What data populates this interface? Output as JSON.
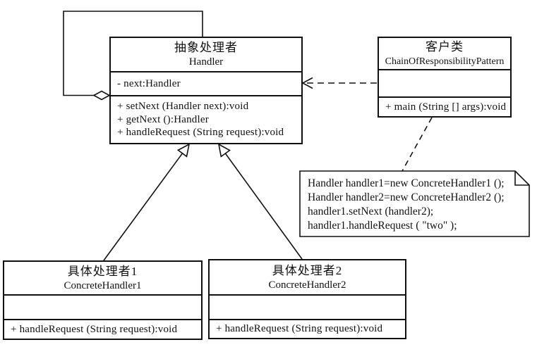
{
  "colors": {
    "ink": "#111111",
    "paper": "#ffffff"
  },
  "classes": {
    "handler": {
      "name_cn": "抽象处理者",
      "name_en": "Handler",
      "attributes": [
        "- next:Handler"
      ],
      "methods": [
        "+ setNext (Handler next):void",
        "+ getNext ():Handler",
        "+ handleRequest (String request):void"
      ]
    },
    "client": {
      "name_cn": "客户类",
      "name_en": "ChainOfResponsibilityPattern",
      "attributes": [],
      "methods": [
        "+ main (String [] args):void"
      ]
    },
    "concrete1": {
      "name_cn": "具体处理者1",
      "name_en": "ConcreteHandler1",
      "attributes": [],
      "methods": [
        "+ handleRequest (String request):void"
      ]
    },
    "concrete2": {
      "name_cn": "具体处理者2",
      "name_en": "ConcreteHandler2",
      "attributes": [],
      "methods": [
        "+ handleRequest (String request):void"
      ]
    }
  },
  "note": {
    "lines": [
      "Handler handler1=new ConcreteHandler1 ();",
      "Handler handler2=new ConcreteHandler2 ();",
      "handler1.setNext (handler2);",
      "handler1.handleRequest ( \"two\" );"
    ]
  }
}
